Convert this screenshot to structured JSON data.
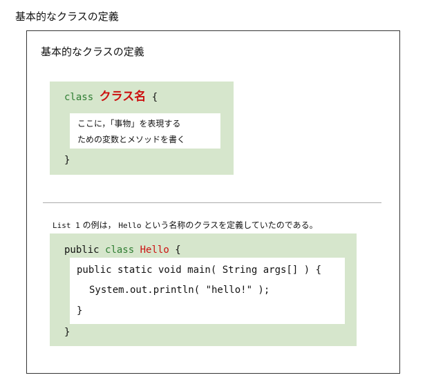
{
  "page": {
    "heading": "基本的なクラスの定義"
  },
  "frame": {
    "title": "基本的なクラスの定義"
  },
  "syntax_box": {
    "keyword_class": "class",
    "class_name": "クラス名",
    "open_brace": "{",
    "body_line1": "ここに，「事物」を表現する",
    "body_line2": "ための変数とメソッドを書く",
    "close_brace": "}"
  },
  "caption": {
    "code_ref": "List 1",
    "text1": "の例は，",
    "class_ref": "Hello",
    "text2": "という名称のクラスを定義していたのである。"
  },
  "example_box": {
    "keyword_public": "public",
    "keyword_class": "class",
    "class_name": "Hello",
    "open_brace": "{",
    "method_signature": "public static void main( String args[] ) {",
    "statement": "System.out.println( \"hello!\" );",
    "method_close": "}",
    "class_close": "}"
  }
}
